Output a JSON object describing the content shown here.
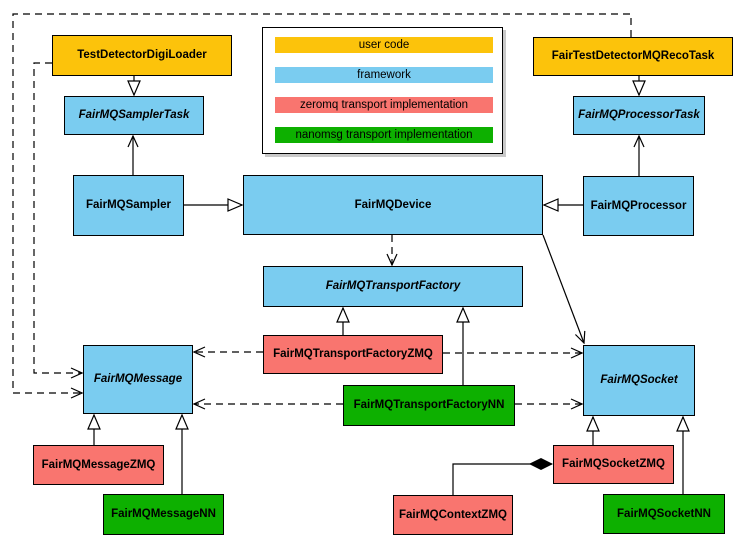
{
  "legend": {
    "items": [
      {
        "label": "user code",
        "color": "#FCC30B"
      },
      {
        "label": "framework",
        "color": "#7ACCF0"
      },
      {
        "label": "zeromq transport implementation",
        "color": "#F9756F"
      },
      {
        "label": "nanomsg transport implementation",
        "color": "#0DB000"
      }
    ]
  },
  "colors": {
    "user_code": "#FCC30B",
    "framework": "#7ACCF0",
    "zeromq": "#F9756F",
    "nanomsg": "#0DB000",
    "border": "#000000",
    "background": "#FFFFFF"
  },
  "nodes": {
    "test_detector_digi_loader": {
      "label": "TestDetectorDigiLoader",
      "category": "user code",
      "abstract": false
    },
    "fair_test_detector_mq_reco_task": {
      "label": "FairTestDetectorMQRecoTask",
      "category": "user code",
      "abstract": false
    },
    "sampler_task": {
      "label": "FairMQSamplerTask",
      "category": "framework",
      "abstract": true
    },
    "processor_task": {
      "label": "FairMQProcessorTask",
      "category": "framework",
      "abstract": true
    },
    "sampler": {
      "label": "FairMQSampler",
      "category": "framework",
      "abstract": false
    },
    "device": {
      "label": "FairMQDevice",
      "category": "framework",
      "abstract": false
    },
    "processor": {
      "label": "FairMQProcessor",
      "category": "framework",
      "abstract": false
    },
    "transport_factory": {
      "label": "FairMQTransportFactory",
      "category": "framework",
      "abstract": true
    },
    "transport_factory_zmq": {
      "label": "FairMQTransportFactoryZMQ",
      "category": "zeromq",
      "abstract": false
    },
    "transport_factory_nn": {
      "label": "FairMQTransportFactoryNN",
      "category": "nanomsg",
      "abstract": false
    },
    "message": {
      "label": "FairMQMessage",
      "category": "framework",
      "abstract": true
    },
    "message_zmq": {
      "label": "FairMQMessageZMQ",
      "category": "zeromq",
      "abstract": false
    },
    "message_nn": {
      "label": "FairMQMessageNN",
      "category": "nanomsg",
      "abstract": false
    },
    "socket": {
      "label": "FairMQSocket",
      "category": "framework",
      "abstract": true
    },
    "socket_zmq": {
      "label": "FairMQSocketZMQ",
      "category": "zeromq",
      "abstract": false
    },
    "socket_nn": {
      "label": "FairMQSocketNN",
      "category": "nanomsg",
      "abstract": false
    },
    "context_zmq": {
      "label": "FairMQContextZMQ",
      "category": "zeromq",
      "abstract": false
    }
  },
  "edges": [
    {
      "from": "TestDetectorDigiLoader",
      "to": "FairMQSamplerTask",
      "type": "inheritance"
    },
    {
      "from": "FairTestDetectorMQRecoTask",
      "to": "FairMQProcessorTask",
      "type": "inheritance"
    },
    {
      "from": "FairMQSampler",
      "to": "FairMQDevice",
      "type": "inheritance"
    },
    {
      "from": "FairMQProcessor",
      "to": "FairMQDevice",
      "type": "inheritance"
    },
    {
      "from": "FairMQTransportFactoryZMQ",
      "to": "FairMQTransportFactory",
      "type": "inheritance"
    },
    {
      "from": "FairMQTransportFactoryNN",
      "to": "FairMQTransportFactory",
      "type": "inheritance"
    },
    {
      "from": "FairMQMessageZMQ",
      "to": "FairMQMessage",
      "type": "inheritance"
    },
    {
      "from": "FairMQMessageNN",
      "to": "FairMQMessage",
      "type": "inheritance"
    },
    {
      "from": "FairMQSocketZMQ",
      "to": "FairMQSocket",
      "type": "inheritance"
    },
    {
      "from": "FairMQSocketNN",
      "to": "FairMQSocket",
      "type": "inheritance"
    },
    {
      "from": "FairMQSampler",
      "to": "FairMQSamplerTask",
      "type": "association"
    },
    {
      "from": "FairMQProcessor",
      "to": "FairMQProcessorTask",
      "type": "association"
    },
    {
      "from": "FairMQDevice",
      "to": "FairMQSocket",
      "type": "association"
    },
    {
      "from": "FairMQDevice",
      "to": "FairMQTransportFactory",
      "type": "dependency"
    },
    {
      "from": "TestDetectorDigiLoader",
      "to": "FairMQMessage",
      "type": "dependency"
    },
    {
      "from": "FairTestDetectorMQRecoTask",
      "to": "FairMQMessage",
      "type": "dependency"
    },
    {
      "from": "FairMQTransportFactoryZMQ",
      "to": "FairMQMessage",
      "type": "dependency"
    },
    {
      "from": "FairMQTransportFactoryZMQ",
      "to": "FairMQSocket",
      "type": "dependency"
    },
    {
      "from": "FairMQTransportFactoryNN",
      "to": "FairMQMessage",
      "type": "dependency"
    },
    {
      "from": "FairMQTransportFactoryNN",
      "to": "FairMQSocket",
      "type": "dependency"
    },
    {
      "from": "FairMQContextZMQ",
      "to": "FairMQSocketZMQ",
      "type": "composition"
    }
  ]
}
